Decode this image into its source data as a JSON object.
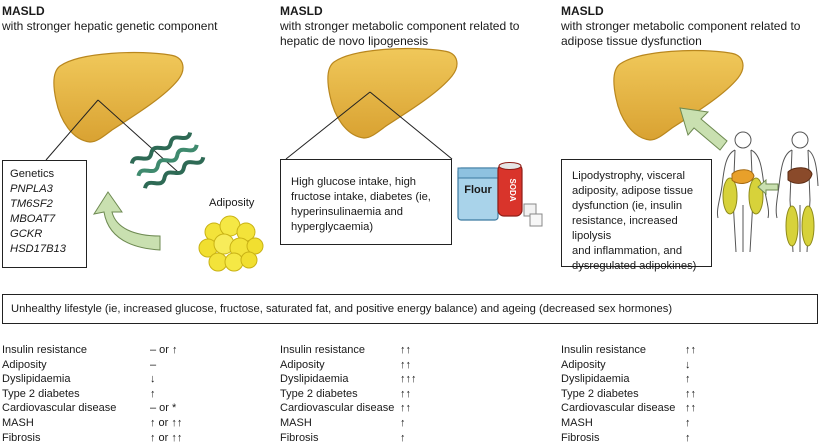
{
  "columns": [
    {
      "title": "MASLD",
      "subtitle": [
        "with stronger hepatic genetic component"
      ],
      "box_lines": [
        {
          "text": "Genetics",
          "italic": false
        },
        {
          "text": "PNPLA3",
          "italic": true
        },
        {
          "text": "TM6SF2",
          "italic": true
        },
        {
          "text": "MBOAT7",
          "italic": true
        },
        {
          "text": "GCKR",
          "italic": true
        },
        {
          "text": "HSD17B13",
          "italic": true
        }
      ],
      "table": [
        {
          "label": "Insulin resistance",
          "value": "– or ↑"
        },
        {
          "label": "Adiposity",
          "value": "–"
        },
        {
          "label": "Dyslipidaemia",
          "value": "↓"
        },
        {
          "label": "Type 2 diabetes",
          "value": "↑"
        },
        {
          "label": "Cardiovascular disease",
          "value": "– or *"
        },
        {
          "label": "MASH",
          "value": "↑ or ↑↑"
        },
        {
          "label": "Fibrosis",
          "value": "↑ or ↑↑"
        }
      ]
    },
    {
      "title": "MASLD",
      "subtitle": [
        "with stronger metabolic component related to",
        "hepatic de novo lipogenesis"
      ],
      "box_lines": [
        {
          "text": "High glucose intake, high",
          "italic": false
        },
        {
          "text": "fructose intake, diabetes (ie,",
          "italic": false
        },
        {
          "text": "hyperinsulinaemia and",
          "italic": false
        },
        {
          "text": "hyperglycaemia)",
          "italic": false
        }
      ],
      "table": [
        {
          "label": "Insulin resistance",
          "value": "↑↑"
        },
        {
          "label": "Adiposity",
          "value": "↑↑"
        },
        {
          "label": "Dyslipidaemia",
          "value": "↑↑↑"
        },
        {
          "label": "Type 2 diabetes",
          "value": "↑↑"
        },
        {
          "label": "Cardiovascular disease",
          "value": "↑↑"
        },
        {
          "label": "MASH",
          "value": "↑"
        },
        {
          "label": "Fibrosis",
          "value": "↑"
        }
      ]
    },
    {
      "title": "MASLD",
      "subtitle": [
        "with stronger metabolic component related to",
        "adipose tissue dysfunction"
      ],
      "box_lines": [
        {
          "text": "Lipodystrophy, visceral",
          "italic": false
        },
        {
          "text": "adiposity, adipose tissue",
          "italic": false
        },
        {
          "text": "dysfunction (ie, insulin",
          "italic": false
        },
        {
          "text": "resistance, increased lipolysis",
          "italic": false
        },
        {
          "text": "and inflammation, and",
          "italic": false
        },
        {
          "text": "dysregulated adipokines)",
          "italic": false
        }
      ],
      "table": [
        {
          "label": "Insulin resistance",
          "value": "↑↑"
        },
        {
          "label": "Adiposity",
          "value": "↓"
        },
        {
          "label": "Dyslipidaemia",
          "value": "↑"
        },
        {
          "label": "Type 2 diabetes",
          "value": "↑↑"
        },
        {
          "label": "Cardiovascular disease",
          "value": "↑↑"
        },
        {
          "label": "MASH",
          "value": "↑"
        },
        {
          "label": "Fibrosis",
          "value": "↑"
        }
      ]
    }
  ],
  "adiposity_label": "Adiposity",
  "flour_label": "Flour",
  "soda_label": "SODA",
  "lifestyle_text": "Unhealthy lifestyle (ie, increased glucose, fructose, saturated fat, and positive energy balance) and ageing (decreased sex hormones)",
  "colors": {
    "liver": "#e8b84a",
    "liver_dark": "#c99526",
    "arrow_green": "#c9e0b0",
    "dna": "#2e6a55",
    "fat": "#f3e33a",
    "flour_box": "#a9d3ea",
    "soda_can": "#d9342b"
  }
}
